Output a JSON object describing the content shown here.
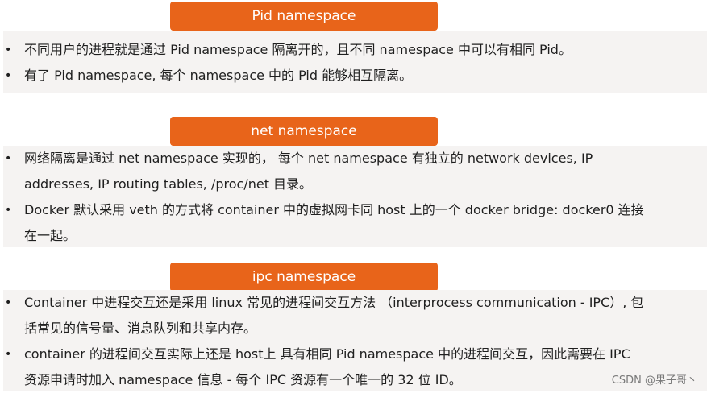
{
  "sections": [
    {
      "title": "Pid namespace",
      "items": [
        [
          "不同用户的进程就是通过 Pid namespace 隔离开的，且不同 namespace 中可以有相同 Pid。"
        ],
        [
          "有了 Pid namespace, 每个 namespace 中的 Pid 能够相互隔离。"
        ]
      ]
    },
    {
      "title": "net namespace",
      "items": [
        [
          "网络隔离是通过 net namespace 实现的， 每个 net namespace 有独立的 network devices, IP",
          "addresses, IP routing tables, /proc/net 目录。"
        ],
        [
          "Docker 默认采用 veth 的方式将 container 中的虚拟网卡同 host 上的一个 docker bridge: docker0 连接",
          "在一起。"
        ]
      ]
    },
    {
      "title": "ipc namespace",
      "items": [
        [
          "Container 中进程交互还是采用 linux 常见的进程间交互方法 （interprocess communication - IPC）, 包",
          "括常见的信号量、消息队列和共享内存。"
        ],
        [
          "container 的进程间交互实际上还是 host上 具有相同 Pid namespace 中的进程间交互，因此需要在 IPC",
          "资源申请时加入 namespace 信息 - 每个 IPC 资源有一个唯一的 32 位 ID。"
        ]
      ]
    }
  ],
  "bullet": "•",
  "watermark": "CSDN @果子哥丶"
}
